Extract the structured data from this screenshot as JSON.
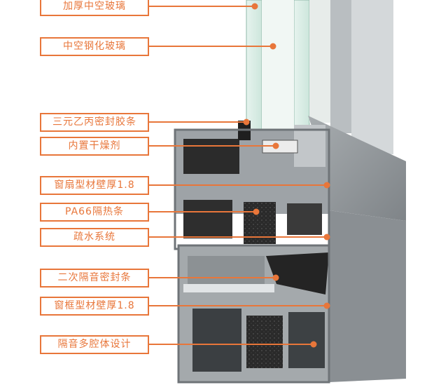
{
  "callouts": [
    {
      "id": "insulated-glass",
      "text": "加厚中空玻璃"
    },
    {
      "id": "tempered-glass",
      "text": "中空钢化玻璃"
    },
    {
      "id": "epdm-seal",
      "text": "三元乙丙密封胶条"
    },
    {
      "id": "desiccant",
      "text": "内置干燥剂"
    },
    {
      "id": "sash-wall",
      "text": "窗扇型材壁厚1.8"
    },
    {
      "id": "pa66-strip",
      "text": "PA66隔热条"
    },
    {
      "id": "drainage",
      "text": "疏水系统"
    },
    {
      "id": "secondary-seal",
      "text": "二次隔音密封条"
    },
    {
      "id": "frame-wall",
      "text": "窗框型材壁厚1.8"
    },
    {
      "id": "multi-chamber",
      "text": "隔音多腔体设计"
    }
  ],
  "colors": {
    "accent": "#e8763a",
    "aluminum_light": "#cfd3d6",
    "aluminum_mid": "#9ea3a7",
    "aluminum_dark": "#5e6266",
    "black_rubber": "#1f1f1f",
    "glass": "#d9efe6"
  }
}
